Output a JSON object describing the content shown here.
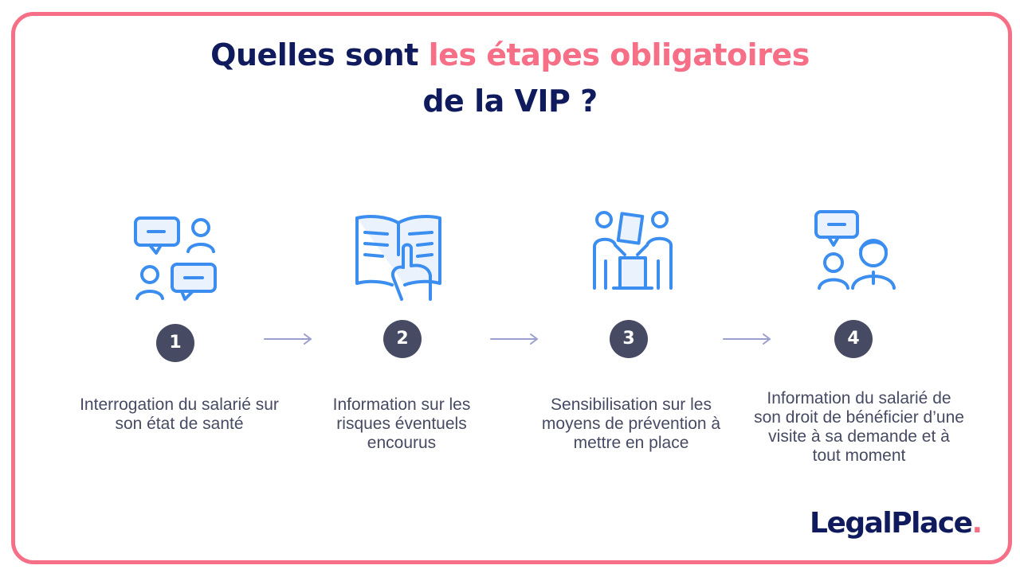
{
  "title": {
    "line1_prefix": "Quelles sont ",
    "line1_highlight": "les étapes obligatoires",
    "line2": "de la VIP ?"
  },
  "steps": [
    {
      "number": "1",
      "icon": "conversation-people-icon",
      "text": "Interrogation du salarié sur son état de santé"
    },
    {
      "number": "2",
      "icon": "open-book-hand-icon",
      "text": "Information sur les risques éventuels encourus"
    },
    {
      "number": "3",
      "icon": "presentation-people-icon",
      "text": "Sensibilisation sur les moyens de prévention à mettre en place"
    },
    {
      "number": "4",
      "icon": "consultation-person-icon",
      "text": "Information du salarié de son droit de bénéficier d’une visite à sa demande et à tout moment"
    }
  ],
  "logo": {
    "text": "LegalPlace",
    "dot": "."
  },
  "colors": {
    "navy": "#0f1b5c",
    "pink": "#f66f87",
    "icon_blue": "#3b8ef0",
    "badge": "#474a63",
    "arrow": "#9a9fce"
  }
}
